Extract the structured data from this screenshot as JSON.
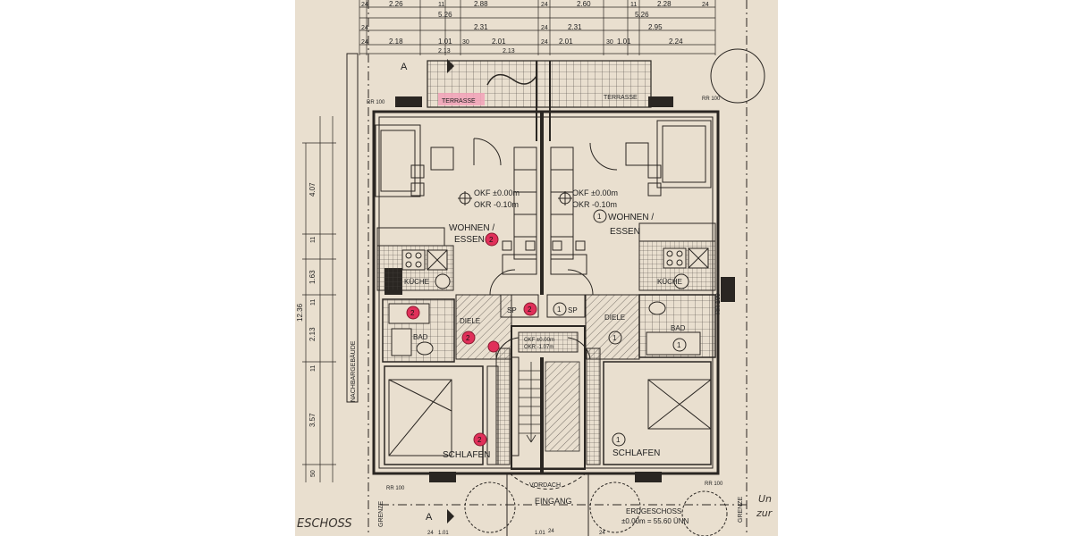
{
  "drawing": {
    "paper_color": "#e9dfcf",
    "line_color": "#2a2622",
    "marker_color": "#e0305a",
    "highlight_color": "#f2a2b8"
  },
  "dims": {
    "top_rows": [
      [
        "24",
        "2.26",
        "11",
        "2.88",
        "24",
        "2.60",
        "11",
        "2.28",
        "24"
      ],
      [
        "5.26",
        "5.26"
      ],
      [
        "24",
        "2.31",
        "24",
        "2.31",
        "2.95"
      ],
      [
        "24",
        "2.18",
        "1.01",
        "30",
        "2.01",
        "24",
        "2.01",
        "30",
        "1.01",
        "2.24"
      ],
      [
        "2.13",
        "2.13"
      ]
    ],
    "left": [
      "4.07",
      "11",
      "1.63",
      "11",
      "2.13",
      "11",
      "3.57",
      "12.36",
      "50"
    ],
    "right": [
      "RR 100"
    ],
    "bottom": [
      "24",
      "1.01",
      "24",
      "1.01",
      "24"
    ]
  },
  "labels": {
    "terrasse_l": "TERRASSE",
    "terrasse_r": "TERRASSE",
    "rr_tl": "RR 100",
    "rr_tr": "RR 100",
    "rr_bl": "RR 100",
    "rr_br": "RR 100",
    "okf_l": "OKF ±0.00m",
    "okr_l": "OKR -0.10m",
    "okf_r": "OKF ±0.00m",
    "okr_r": "OKR -0.10m",
    "wohnen_l": "WOHNEN /",
    "essen_l": "ESSEN",
    "wohnen_r": "WOHNEN /",
    "essen_r": "ESSEN",
    "kueche_l": "KÜCHE",
    "kueche_r": "KÜCHE",
    "sp_l": "SP",
    "sp_r": "SP",
    "diele_l": "DIELE",
    "diele_r": "DIELE",
    "bad_l": "BAD",
    "bad_r": "BAD",
    "okf_mid": "OKF ±0.00m",
    "okr_mid": "OKR -1.07m",
    "schlafen_l": "SCHLAFEN",
    "schlafen_r": "SCHLAFEN",
    "vordach": "VORDACH",
    "eingang": "EINGANG",
    "erdgeschoss": "ERDGESCHOSS",
    "elevation": "±0.00m = 55.60 ÜNN",
    "nachbar": "NACHBARGEBÄUDE",
    "grenze_l": "GRENZE",
    "grenze_r": "GRENZE",
    "geschoss": "ESCHOSS",
    "section_a": "A",
    "note_1": "Un",
    "note_2": "zur",
    "unit_1": "1",
    "unit_2": "2"
  }
}
